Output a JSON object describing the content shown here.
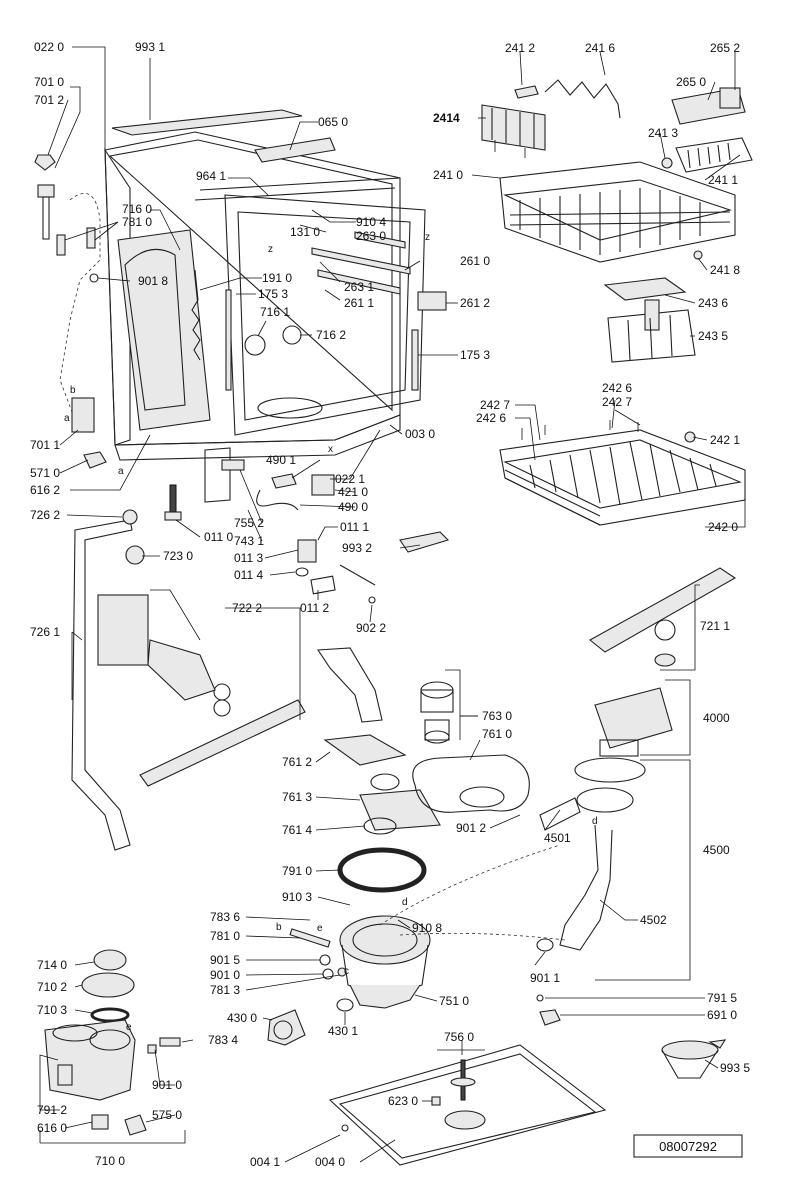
{
  "drawing_number": "08007292",
  "labels": {
    "l_0220": "022 0",
    "l_9931": "993 1",
    "l_7010": "701 0",
    "l_7012": "701 2",
    "l_0650": "065 0",
    "l_9641": "964 1",
    "l_7160": "716 0",
    "l_7810a": "781 0",
    "l_9104": "910 4",
    "l_1310": "131 0",
    "l_2630": "263 0",
    "l_9018": "901 8",
    "l_1910": "191 0",
    "l_2631": "263 1",
    "l_2610": "261 0",
    "l_1753a": "175 3",
    "l_2611": "261 1",
    "l_2612": "261 2",
    "l_7161": "716 1",
    "l_7162": "716 2",
    "l_1753b": "175 3",
    "l_0030": "003 0",
    "l_7011": "701 1",
    "l_5710": "571 0",
    "l_6162": "616 2",
    "l_4901": "490 1",
    "l_0221": "022 1",
    "l_4210": "421 0",
    "l_4900": "490 0",
    "l_7262": "726 2",
    "l_0110": "011 0",
    "l_7552": "755 2",
    "l_7431": "743 1",
    "l_0111": "011 1",
    "l_7230": "723 0",
    "l_0113": "011 3",
    "l_9932": "993 2",
    "l_0114": "011 4",
    "l_0112": "011 2",
    "l_9022": "902 2",
    "l_7222": "722 2",
    "l_7261": "726 1",
    "l_2412": "241 2",
    "l_2416": "241 6",
    "l_2652": "265 2",
    "l_2650": "265 0",
    "l_2414": "2414",
    "l_2413": "241 3",
    "l_2410": "241 0",
    "l_2411": "241 1",
    "l_2418": "241 8",
    "l_2436": "243 6",
    "l_2435": "243 5",
    "l_2426a": "242 6",
    "l_2427a": "242 7",
    "l_2427b": "242 7",
    "l_2426b": "242 6",
    "l_2421": "242 1",
    "l_2420": "242 0",
    "l_7211": "721 1",
    "l_4000": "4000",
    "l_7630": "763 0",
    "l_7610": "761 0",
    "l_7612": "761 2",
    "l_7613": "761 3",
    "l_9012": "901 2",
    "l_4501": "4501",
    "l_4500": "4500",
    "l_7614": "761 4",
    "l_7910": "791 0",
    "l_9103": "910 3",
    "l_4502": "4502",
    "l_7836": "783 6",
    "l_9108": "910 8",
    "l_7810b": "781 0",
    "l_9015": "901 5",
    "l_9010a": "901 0",
    "l_7813": "781 3",
    "l_9011": "901 1",
    "l_7140": "714 0",
    "l_7102": "710 2",
    "l_7510": "751 0",
    "l_7915": "791 5",
    "l_7103": "710 3",
    "l_4300": "430 0",
    "l_6910": "691 0",
    "l_7834": "783 4",
    "l_4301": "430 1",
    "l_7560": "756 0",
    "l_9935": "993 5",
    "l_7912": "791 2",
    "l_9010b": "901 0",
    "l_6230": "623 0",
    "l_6160": "616 0",
    "l_5750": "575 0",
    "l_7100": "710 0",
    "l_0041": "004 1",
    "l_0040": "004 0",
    "m_a1": "a",
    "m_b1": "b",
    "m_a2": "a",
    "m_b2": "b",
    "m_c": "c",
    "m_d": "d",
    "m_d2": "d",
    "m_e": "e",
    "m_e2": "e",
    "m_x": "x",
    "m_z1": "z",
    "m_z2": "z"
  }
}
